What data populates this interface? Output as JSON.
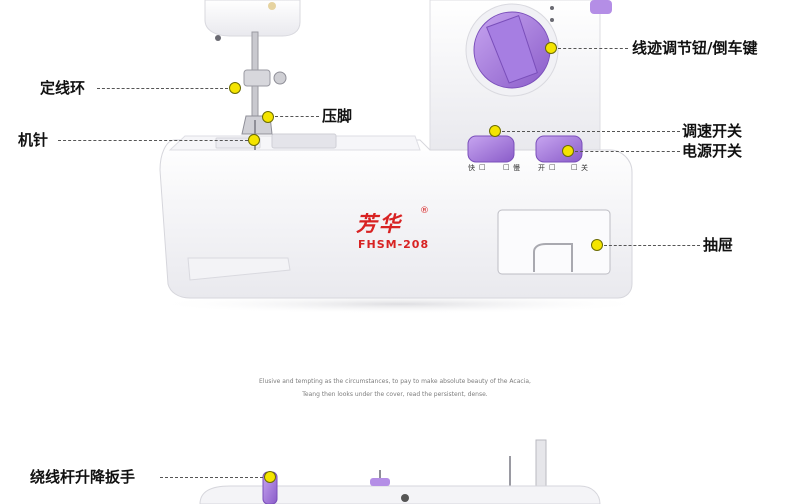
{
  "labels": {
    "stitch_dial": "线迹调节钮/倒车键",
    "thread_guide": "定线环",
    "presser_foot": "压脚",
    "needle": "机针",
    "speed_switch": "调速开关",
    "power_switch": "电源开关",
    "drawer": "抽屉",
    "bobbin_lever": "绕线杆升降扳手"
  },
  "machine": {
    "brand": "芳华",
    "registered": "®",
    "model": "FHSM-208",
    "speed_panel": {
      "fast": "快",
      "slow": "慢"
    },
    "power_panel": {
      "on": "开",
      "off": "关"
    }
  },
  "caption": {
    "line1": "Elusive and tempting as the circumstances, to pay to make absolute beauty of the Acacia,",
    "line2": "Teang then looks under the cover, read the persistent, dense."
  },
  "colors": {
    "accent_purple": "#9b6fd6",
    "marker_yellow": "#f4e400",
    "brand_red": "#d82222"
  }
}
